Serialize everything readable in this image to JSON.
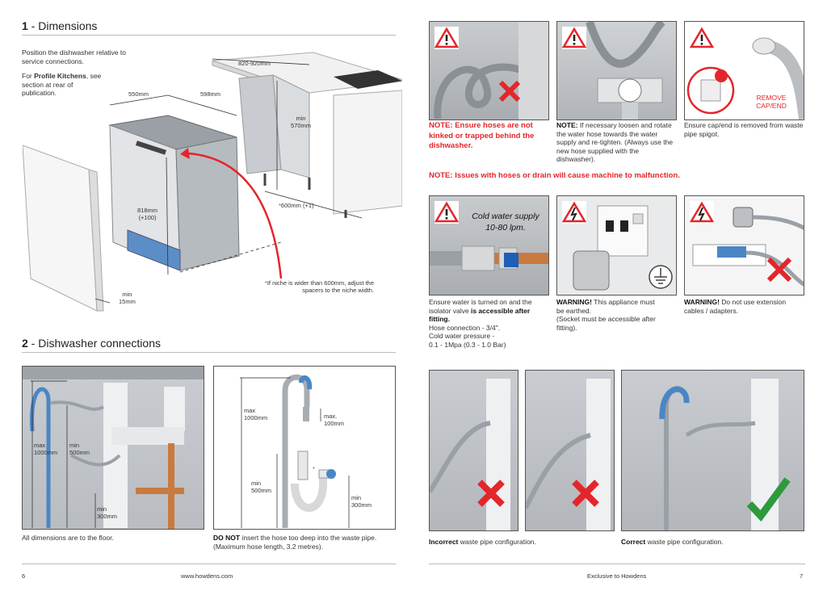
{
  "left_page": {
    "section1": {
      "number": "1",
      "title": "Dimensions"
    },
    "intro": "Position the dishwasher relative to service connections.",
    "profile_prefix": "For",
    "profile_brand": "Profile Kitchens",
    "profile_suffix": ", see section at rear of publication.",
    "dims": {
      "w550": "550mm",
      "w598": "598mm",
      "w820": "820-920mm",
      "min570_a": "min",
      "min570_b": "570mm",
      "w600": "600mm (+1)",
      "h818_a": "818mm",
      "h818_b": "(+100)",
      "min15_a": "min",
      "min15_b": "15mm",
      "asterisk": "*",
      "niche_note": "If niche is wider than 600mm, adjust the spacers to the niche width."
    },
    "section2": {
      "number": "2",
      "title": "Dishwasher connections"
    },
    "photo1_labels": {
      "max_a": "max",
      "max_b": "1000mm",
      "min500_a": "min",
      "min500_b": "500mm",
      "min300_a": "min",
      "min300_b": "300mm"
    },
    "diagram_labels": {
      "max1000_a": "max",
      "max1000_b": "1000mm",
      "max100_a": "max.",
      "max100_b": "100mm",
      "min500_a": "min",
      "min500_b": "500mm",
      "min300_a": "min",
      "min300_b": "300mm",
      "asterisk": "*"
    },
    "caption1": "All dimensions are to the floor.",
    "caption2_bold": "DO NOT",
    "caption2_rest": " insert the hose too deep into the waste pipe. (Maximum hose length, 3.2 metres).",
    "page_number": "6",
    "website": "www.howdens.com"
  },
  "right_page": {
    "note1": "NOTE: Ensure hoses are not kinked or trapped behind the dishwasher.",
    "note2_bold": "NOTE:",
    "note2_rest": " If necessary loosen and rotate the water hose towards the water supply and re-tighten. (Always use the new hose supplied with the dishwasher).",
    "note3": "Ensure cap/end is removed from waste pipe spigot.",
    "remove_label_a": "REMOVE",
    "remove_label_b": "CAP/END",
    "issues_note": "NOTE: Issues with hoses or drain will cause machine to malfunction.",
    "cold_water_a": "Cold water supply",
    "cold_water_b": "10-80 lpm.",
    "water_text_a": "Ensure water is turned on and the isolator valve ",
    "water_text_bold": "is accessible after fitting.",
    "water_text_b": "Hose connection - 3/4\".",
    "water_text_c": "Cold water pressure -",
    "water_text_d": "0.1 - 1Mpa (0.3 - 1.0 Bar)",
    "warn_earth_bold": "WARNING!",
    "warn_earth_rest": " This appliance must be earthed.",
    "warn_earth_b": "(Socket must be accessible after fitting).",
    "warn_ext_bold": "WARNING!",
    "warn_ext_rest": " Do not use extension cables / adapters.",
    "incorrect_bold": "Incorrect",
    "incorrect_rest": " waste pipe configuration.",
    "correct_bold": "Correct",
    "correct_rest": " waste pipe configuration.",
    "footer_text": "Exclusive to Howdens",
    "page_number": "7"
  },
  "colors": {
    "red": "#e3262b",
    "green": "#2e9a3c",
    "blue": "#4a86c5",
    "grey": "#bbbbbb"
  }
}
